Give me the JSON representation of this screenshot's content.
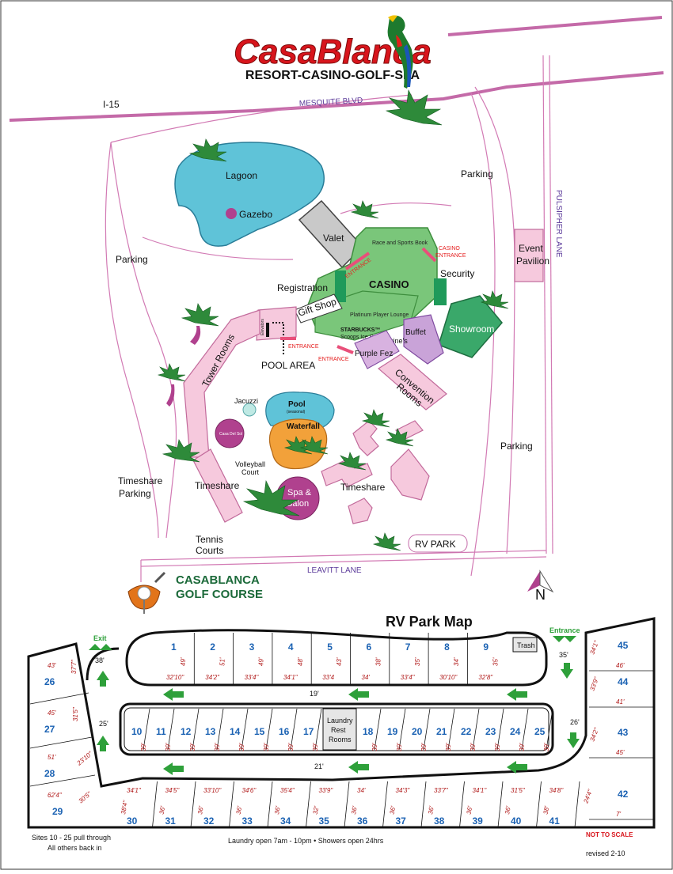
{
  "logo": {
    "brand": "CasaBlanca",
    "tagline": "RESORT-CASINO-GOLF-SPA"
  },
  "roads": {
    "i15": "I-15",
    "mesquite": "MESQUITE BLVD",
    "pulsipher": "PULSIPHER LANE",
    "leavitt": "LEAVITT LANE"
  },
  "places": {
    "lagoon": "Lagoon",
    "gazebo": "Gazebo",
    "parking_left": "Parking",
    "parking_top_right": "Parking",
    "parking_right": "Parking",
    "valet": "Valet",
    "race_book": "Race and Sports Book",
    "casino": "CASINO",
    "casino_entrance_1": "CASINO",
    "casino_entrance_2": "ENTRANCE",
    "entrance": "ENTRANCE",
    "security": "Security",
    "registration": "Registration",
    "gift_shop": "Gift Shop",
    "platinum": "Platinum Player Lounge",
    "starbucks": "STARBUCKS™",
    "scoops": "Scoops Ice Cream",
    "buffet": "Buffet",
    "katherines": "Katherine's",
    "purple_fez": "Purple Fez",
    "showroom": "Showroom",
    "event_1": "Event",
    "event_2": "Pavilion",
    "elevators": "Elevators",
    "pool_area": "POOL AREA",
    "tower_rooms": "Tower Rooms",
    "convention_1": "Convention",
    "convention_2": "Rooms",
    "jacuzzi": "Jacuzzi",
    "pool": "Pool",
    "seasonal": "(seasonal)",
    "waterfall": "Waterfall",
    "casa_del_sol": "Casa Del Sol",
    "volleyball_1": "Volleyball",
    "volleyball_2": "Court",
    "timeshare_1": "Timeshare",
    "timeshare_2": "Timeshare",
    "timeshare_parking_1": "Timeshare",
    "timeshare_parking_2": "Parking",
    "spa_1": "Spa &",
    "spa_2": "Salon",
    "tennis_1": "Tennis",
    "tennis_2": "Courts",
    "rv_park": "RV PARK",
    "golf_1": "CASABLANCA",
    "golf_2": "GOLF COURSE",
    "north": "N"
  },
  "rv": {
    "title": "RV Park Map",
    "exit": "Exit",
    "entrance": "Entrance",
    "trash": "Trash",
    "laundry_1": "Laundry",
    "laundry_2": "Rest",
    "laundry_3": "Rooms",
    "note_1": "Sites 10 - 25 pull through",
    "note_2": "All others back in",
    "hours": "Laundry open 7am - 10pm • Showers open 24hrs",
    "not_to_scale": "NOT TO SCALE",
    "revised": "revised  2-10",
    "lane_widths": [
      "38'",
      "25'",
      "35'",
      "26'",
      "19'",
      "21'"
    ],
    "top_row": [
      {
        "site": "1",
        "width": "32'10\"",
        "length": "49'"
      },
      {
        "site": "2",
        "width": "34'2\"",
        "length": "51'"
      },
      {
        "site": "3",
        "width": "33'4\"",
        "length": "49'"
      },
      {
        "site": "4",
        "width": "34'1\"",
        "length": "48'"
      },
      {
        "site": "5",
        "width": "33'4",
        "length": "43'"
      },
      {
        "site": "6",
        "width": "34'",
        "length": "38'"
      },
      {
        "site": "7",
        "width": "33'4\"",
        "length": "35'"
      },
      {
        "site": "8",
        "width": "30'10\"",
        "length": "34'"
      },
      {
        "site": "9",
        "width": "32'8\"",
        "length": "35'"
      }
    ],
    "middle_row": [
      {
        "site": "10",
        "length": "39'"
      },
      {
        "site": "11",
        "length": "39'"
      },
      {
        "site": "12",
        "length": "39'"
      },
      {
        "site": "13",
        "length": "39'"
      },
      {
        "site": "14",
        "length": "39'"
      },
      {
        "site": "15",
        "length": "39'"
      },
      {
        "site": "16",
        "length": "39'"
      },
      {
        "site": "17",
        "length": "39'"
      },
      {
        "site": "18",
        "length": "39'"
      },
      {
        "site": "19",
        "length": "39'"
      },
      {
        "site": "20",
        "length": "39'"
      },
      {
        "site": "21",
        "length": "39'"
      },
      {
        "site": "22",
        "length": "39'"
      },
      {
        "site": "23",
        "length": "39'"
      },
      {
        "site": "24",
        "length": "39'"
      },
      {
        "site": "25",
        "length": "39'"
      }
    ],
    "bottom_row": [
      {
        "site": "30",
        "width": "34'1\"",
        "length": "38'4\""
      },
      {
        "site": "31",
        "width": "34'5\"",
        "length": "36'"
      },
      {
        "site": "32",
        "width": "33'10\"",
        "length": "36'"
      },
      {
        "site": "33",
        "width": "34'6\"",
        "length": "36'"
      },
      {
        "site": "34",
        "width": "35'4\"",
        "length": "36'"
      },
      {
        "site": "35",
        "width": "33'9\"",
        "length": "32'"
      },
      {
        "site": "36",
        "width": "34'",
        "length": "36'"
      },
      {
        "site": "37",
        "width": "34'3\"",
        "length": "36'"
      },
      {
        "site": "38",
        "width": "33'7\"",
        "length": "36'"
      },
      {
        "site": "39",
        "width": "34'1\"",
        "length": "36'"
      },
      {
        "site": "40",
        "width": "31'5\"",
        "length": "36'"
      },
      {
        "site": "41",
        "width": "34'8\"",
        "length": "38'"
      }
    ],
    "left_sites": [
      {
        "site": "26",
        "width": "43'",
        "length": "37'7\""
      },
      {
        "site": "27",
        "width": "45'",
        "length": "31'5\""
      },
      {
        "site": "28",
        "width": "51'",
        "length": "23'10\""
      },
      {
        "site": "29",
        "width": "62'4\"",
        "length": "30'5\""
      }
    ],
    "right_sites": [
      {
        "site": "45",
        "width": "46'",
        "length": "34'1\""
      },
      {
        "site": "44",
        "width": "41'",
        "length": "33'9\""
      },
      {
        "site": "43",
        "width": "45'",
        "length": "34'2\""
      },
      {
        "site": "42",
        "width": "7'",
        "length": "24'4\""
      }
    ]
  }
}
